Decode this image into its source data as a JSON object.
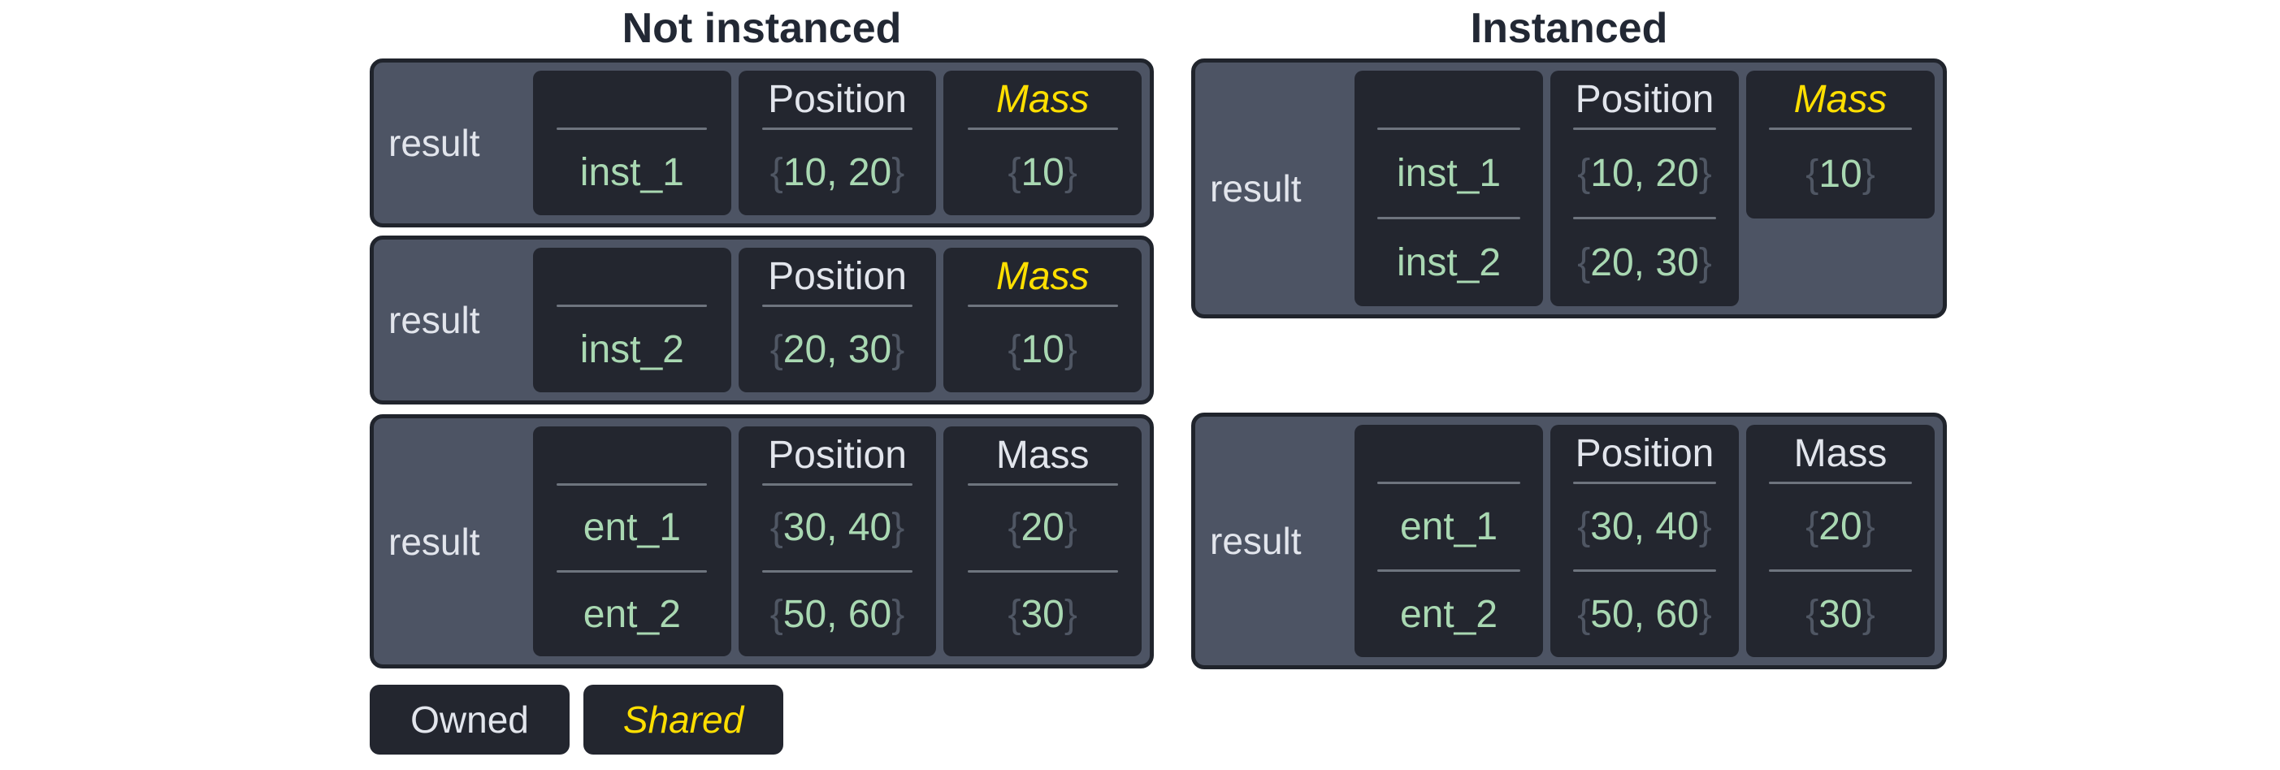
{
  "colors": {
    "page_background": "#ffffff",
    "title_text": "#222834",
    "table_frame": "#4d5464",
    "table_border": "#20242c",
    "cell_background": "#23262f",
    "divider": "#6e747e",
    "light_text": "#e2e5ec",
    "value_green": "#a9d8b2",
    "brace_gray": "#4f5663",
    "shared_yellow": "#ffdf00"
  },
  "sections": [
    {
      "title": "Not instanced",
      "tables": [
        {
          "label": "result",
          "entities": [
            "inst_1"
          ],
          "components": [
            {
              "name": "Position",
              "shared": false,
              "values": [
                {
                  "open": "{",
                  "body": "10, 20",
                  "close": "}"
                }
              ]
            },
            {
              "name": "Mass",
              "shared": true,
              "values": [
                {
                  "open": "{",
                  "body": "10",
                  "close": "}"
                }
              ]
            }
          ]
        },
        {
          "label": "result",
          "entities": [
            "inst_2"
          ],
          "components": [
            {
              "name": "Position",
              "shared": false,
              "values": [
                {
                  "open": "{",
                  "body": "20, 30",
                  "close": "}"
                }
              ]
            },
            {
              "name": "Mass",
              "shared": true,
              "values": [
                {
                  "open": "{",
                  "body": "10",
                  "close": "}"
                }
              ]
            }
          ]
        },
        {
          "label": "result",
          "entities": [
            "ent_1",
            "ent_2"
          ],
          "components": [
            {
              "name": "Position",
              "shared": false,
              "values": [
                {
                  "open": "{",
                  "body": "30, 40",
                  "close": "}"
                },
                {
                  "open": "{",
                  "body": "50, 60",
                  "close": "}"
                }
              ]
            },
            {
              "name": "Mass",
              "shared": false,
              "values": [
                {
                  "open": "{",
                  "body": "20",
                  "close": "}"
                },
                {
                  "open": "{",
                  "body": "30",
                  "close": "}"
                }
              ]
            }
          ]
        }
      ]
    },
    {
      "title": "Instanced",
      "tables": [
        {
          "label": "result",
          "entities": [
            "inst_1",
            "inst_2"
          ],
          "components": [
            {
              "name": "Position",
              "shared": false,
              "values": [
                {
                  "open": "{",
                  "body": "10, 20",
                  "close": "}"
                },
                {
                  "open": "{",
                  "body": "20, 30",
                  "close": "}"
                }
              ]
            },
            {
              "name": "Mass",
              "shared": true,
              "short_cell": true,
              "values": [
                {
                  "open": "{",
                  "body": "10",
                  "close": "}"
                }
              ]
            }
          ]
        },
        {
          "label": "result",
          "entities": [
            "ent_1",
            "ent_2"
          ],
          "components": [
            {
              "name": "Position",
              "shared": false,
              "values": [
                {
                  "open": "{",
                  "body": "30, 40",
                  "close": "}"
                },
                {
                  "open": "{",
                  "body": "50, 60",
                  "close": "}"
                }
              ]
            },
            {
              "name": "Mass",
              "shared": false,
              "values": [
                {
                  "open": "{",
                  "body": "20",
                  "close": "}"
                },
                {
                  "open": "{",
                  "body": "30",
                  "close": "}"
                }
              ]
            }
          ]
        }
      ]
    }
  ],
  "legend": {
    "items": [
      {
        "label": "Owned",
        "shared": false
      },
      {
        "label": "Shared",
        "shared": true
      }
    ]
  }
}
